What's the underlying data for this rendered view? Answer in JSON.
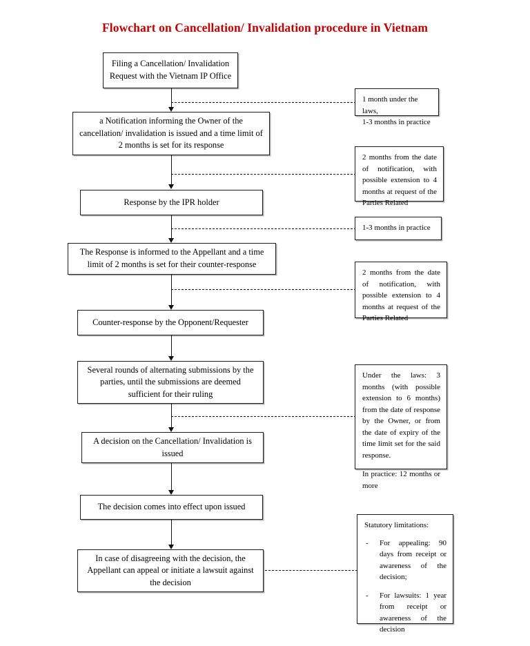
{
  "document": {
    "title": "Flowchart on Cancellation/ Invalidation procedure in Vietnam",
    "title_color": "#C00000"
  },
  "flow": {
    "nodes": [
      {
        "id": "filing",
        "label": "Filing a Cancellation/ Invalidation Request with the Vietnam IP Office"
      },
      {
        "id": "notification",
        "label": "a Notification informing the Owner of the cancellation/ invalidation is issued and a time limit of 2 months is set for its response"
      },
      {
        "id": "response-ipr",
        "label": "Response by the IPR holder"
      },
      {
        "id": "response-informed",
        "label": "The Response is informed to the Appellant and a time limit of 2 months is set for their counter-response"
      },
      {
        "id": "counter-response",
        "label": "Counter-response by the Opponent/Requester"
      },
      {
        "id": "several-rounds",
        "label": "Several rounds of alternating submissions by the parties, until the submissions are deemed sufficient for their ruling"
      },
      {
        "id": "decision-issued",
        "label": "A decision on the Cancellation/ Invalidation is issued"
      },
      {
        "id": "decision-effect",
        "label": "The decision comes into effect upon issued"
      },
      {
        "id": "appeal",
        "label": "In case of disagreeing with the decision, the Appellant can appeal or initiate a lawsuit against the decision"
      }
    ]
  },
  "notes": {
    "note1": {
      "line1": "1 month under the laws,",
      "line2": "1-3 months in practice"
    },
    "note2": {
      "text": "2 months from the date of notification, with possible extension to 4 months at request of the Parties Related"
    },
    "note3": {
      "text": "1-3 months in practice"
    },
    "note4": {
      "text": "2 months from the date of notification, with possible extension to 4 months at request of the Parties Related"
    },
    "note5": {
      "para1": "Under the laws: 3 months (with possible extension to 6 months) from the date of response by the Owner, or from the date of expiry of the time limit set for the said response.",
      "para2": "In practice: 12 months or more"
    },
    "note6": {
      "heading": "Statutory limitations:",
      "bullet_marker": "-",
      "items": [
        "For appealing: 90 days from receipt or awareness of the decision;",
        "For lawsuits: 1 year from receipt or awareness of the decision"
      ]
    }
  }
}
